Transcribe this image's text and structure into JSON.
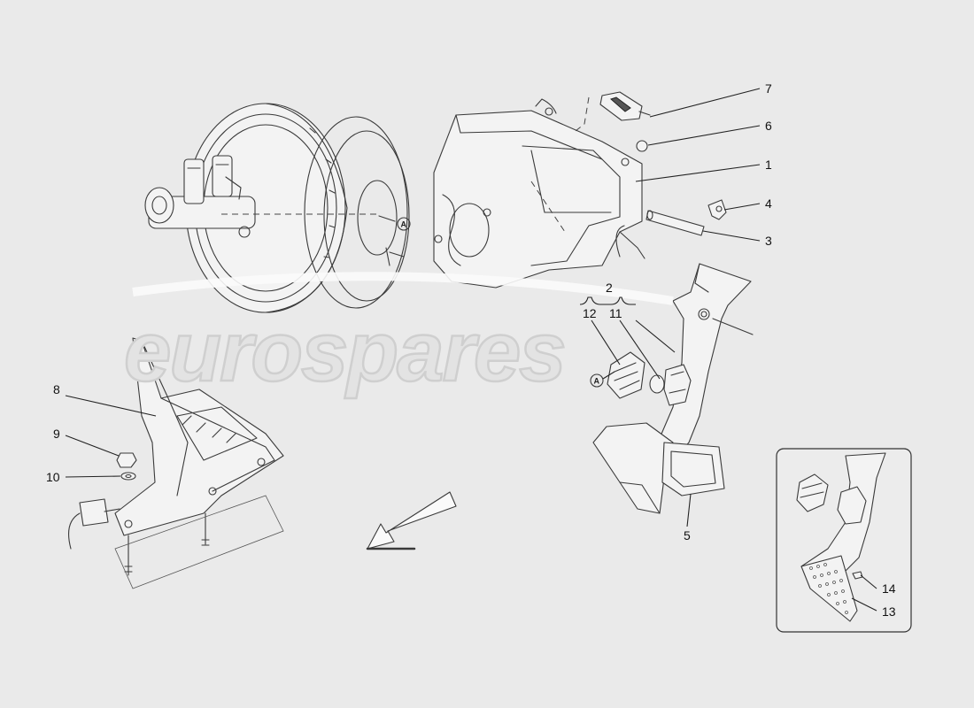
{
  "watermark": {
    "text": "eurospares"
  },
  "callouts": {
    "c1": "1",
    "c2": "2",
    "c3": "3",
    "c4": "4",
    "c5": "5",
    "c6": "6",
    "c7": "7",
    "c8": "8",
    "c9": "9",
    "c10": "10",
    "c11": "11",
    "c12": "12",
    "c13": "13",
    "c14": "14"
  },
  "reference_markers": {
    "a1": "A",
    "a2": "A"
  },
  "colors": {
    "background": "#eaeaea",
    "line": "#3a3a3a",
    "watermark": "#d6d6d6"
  }
}
